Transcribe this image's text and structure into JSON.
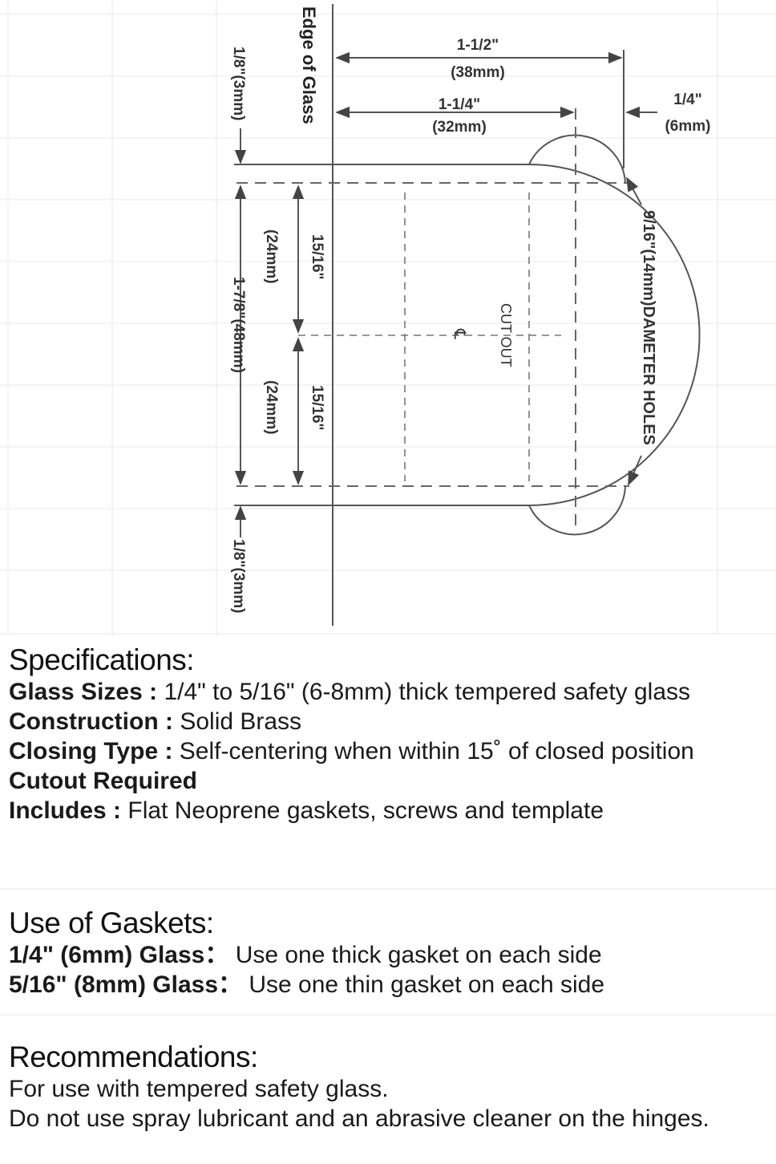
{
  "diagram": {
    "labels": {
      "edge_of_glass": "Edge of Glass",
      "top_width_in": "1-1/2\"",
      "top_width_mm": "(38mm)",
      "inner_width_in": "1-1/4\"",
      "inner_width_mm": "(32mm)",
      "right_offset_in": "1/4\"",
      "right_offset_mm": "(6mm)",
      "upper_gap": "1/8\"(3mm)",
      "lower_gap": "1/8\"(3mm)",
      "total_height": "1-7/8\"(48mm)",
      "upper_half_in": "15/16\"",
      "upper_half_mm": "(24mm)",
      "lower_half_in": "15/16\"",
      "lower_half_mm": "(24mm)",
      "cut_out": "CUT OUT",
      "centerline": "℄",
      "holes": "9/16\"(14mm)DAMETER HOLES"
    }
  },
  "specifications": {
    "title": "Specifications:",
    "items": [
      {
        "key": "Glass Sizes",
        "sep": " : ",
        "value": "1/4\" to 5/16\" (6-8mm) thick tempered safety glass"
      },
      {
        "key": "Construction",
        "sep": " : ",
        "value": "Solid Brass"
      },
      {
        "key": "Closing Type",
        "sep": " : ",
        "value": "Self-centering when within 15˚ of closed position"
      },
      {
        "key": "Cutout Required",
        "sep": "",
        "value": ""
      },
      {
        "key": "Includes",
        "sep": " : ",
        "value": "Flat Neoprene gaskets, screws and template"
      }
    ]
  },
  "gaskets": {
    "title": "Use of Gaskets:",
    "items": [
      {
        "key": "1/4\" (6mm) Glass",
        "sep": "： ",
        "value": "Use one thick gasket on each side"
      },
      {
        "key": "5/16\" (8mm) Glass",
        "sep": "： ",
        "value": "Use one thin gasket on each side"
      }
    ]
  },
  "recommendations": {
    "title": "Recommendations:",
    "lines": [
      "For use with tempered safety glass.",
      "Do not use spray lubricant and an abrasive cleaner on the hinges."
    ]
  }
}
